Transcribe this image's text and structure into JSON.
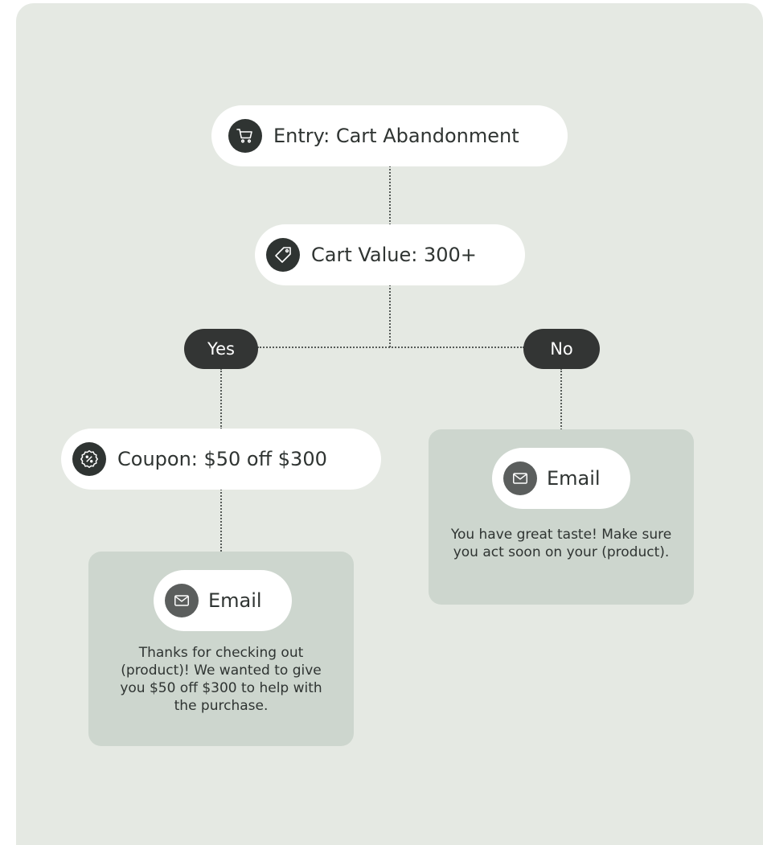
{
  "nodes": {
    "entry": {
      "label": "Entry: Cart Abandonment",
      "icon": "cart-icon"
    },
    "condition": {
      "label": "Cart Value: 300+",
      "icon": "tag-icon"
    },
    "coupon": {
      "label": "Coupon: $50 off $300",
      "icon": "discount-badge-icon"
    },
    "email_yes": {
      "label": "Email",
      "icon": "envelope-icon",
      "body": "Thanks for checking out (product)! We wanted to give you $50 off $300 to help with the purchase."
    },
    "email_no": {
      "label": "Email",
      "icon": "envelope-icon",
      "body": "You have great taste! Make sure you act soon on your (product)."
    }
  },
  "branches": {
    "yes": "Yes",
    "no": "No"
  }
}
